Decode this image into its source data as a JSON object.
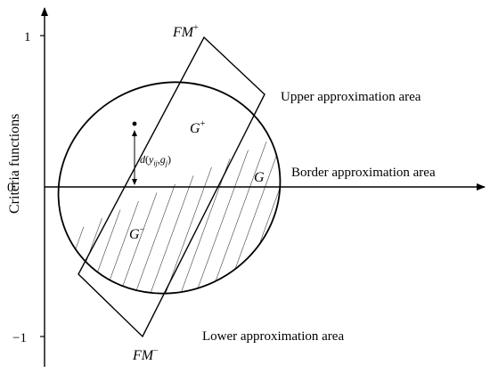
{
  "axes": {
    "y_label": "Criteria functions",
    "ticks": {
      "top": "1",
      "zero": "0",
      "bottom": "−1"
    }
  },
  "labels": {
    "fm_plus": {
      "base": "FM",
      "sup": "+"
    },
    "fm_minus": {
      "base": "FM",
      "sup": "−"
    },
    "g_plus": {
      "base": "G",
      "sup": "+"
    },
    "g_minus": {
      "base": "G",
      "sup": "−"
    },
    "g": "G",
    "distance": {
      "func": "d",
      "open": "(",
      "y": "y",
      "y_sub": "ij",
      "comma": ",",
      "g": "g",
      "g_sub": "j",
      "close": ")"
    }
  },
  "areas": {
    "upper": "Upper approximation area",
    "border": "Border approximation area",
    "lower": "Lower approximation area"
  },
  "colors": {
    "stroke": "#000000",
    "background": "#ffffff"
  }
}
